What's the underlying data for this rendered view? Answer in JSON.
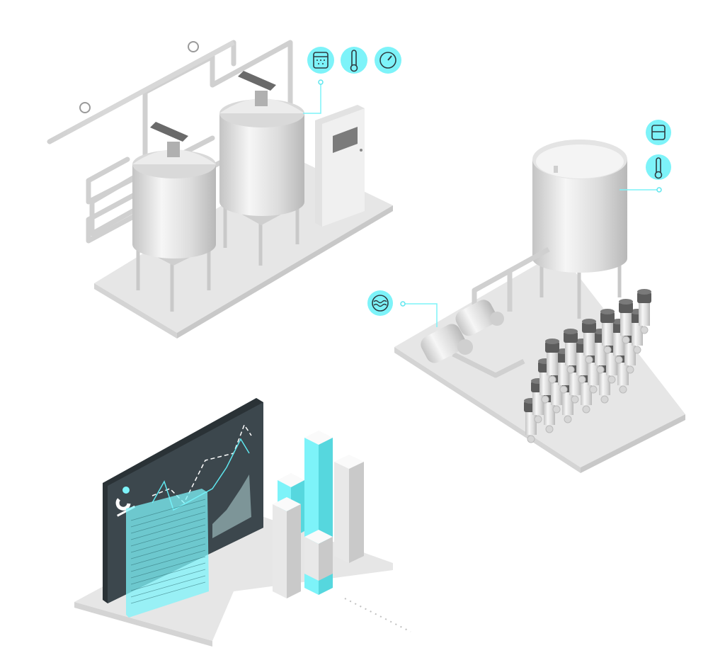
{
  "illustration": {
    "colors": {
      "accent": "#7df3f9",
      "accent_line": "#5fe6ee",
      "icon_stroke": "#2f3b40",
      "platform": "#e6e6e6",
      "platform_side": "#cfcfcf",
      "steel_light": "#f2f2f2",
      "steel_dark": "#bdbdbd",
      "monitor": "#3c474d",
      "bottle_cap": "#5c5c5c"
    },
    "sensors": [
      {
        "icon": "liquid-level-icon",
        "group": "fermentation-tanks"
      },
      {
        "icon": "thermometer-icon",
        "group": "fermentation-tanks"
      },
      {
        "icon": "pressure-gauge-icon",
        "group": "fermentation-tanks"
      },
      {
        "icon": "tank-level-icon",
        "group": "storage-tank"
      },
      {
        "icon": "thermometer-icon",
        "group": "storage-tank"
      },
      {
        "icon": "flow-icon",
        "group": "pumps"
      }
    ]
  }
}
